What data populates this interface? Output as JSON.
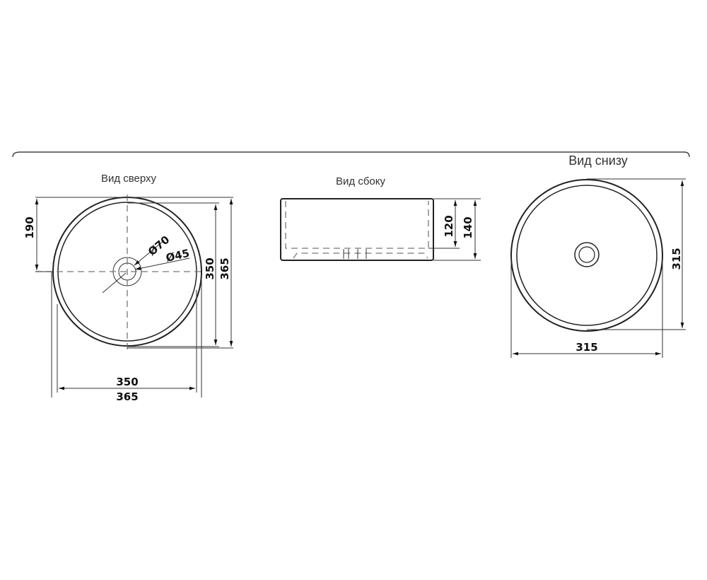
{
  "views": {
    "top": {
      "title": "Вид сверху",
      "dims": {
        "offset": "190",
        "inner_v": "350",
        "outer_v": "365",
        "inner_h": "350",
        "outer_h": "365",
        "hole_outer": "Ø70",
        "hole_inner": "Ø45"
      }
    },
    "side": {
      "title": "Вид сбоку",
      "dims": {
        "inner_h": "120",
        "outer_h": "140"
      }
    },
    "bottom": {
      "title": "Вид снизу",
      "dims": {
        "v": "315",
        "h": "315"
      }
    }
  }
}
